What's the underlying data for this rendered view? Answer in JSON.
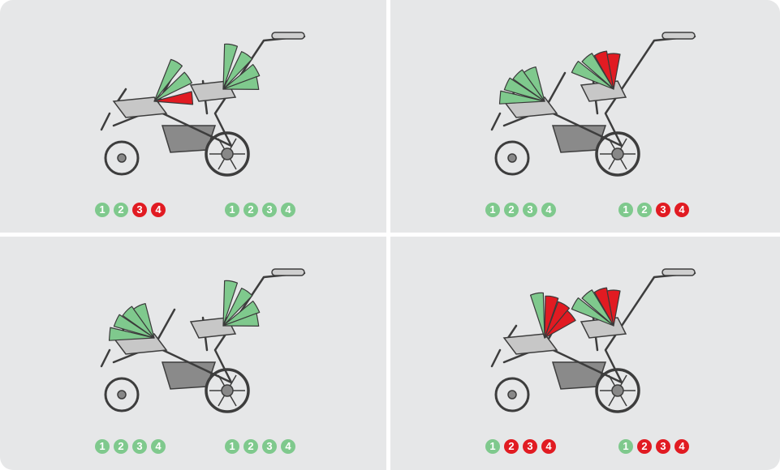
{
  "colors": {
    "ok": "#7fc98d",
    "blocked": "#e11b22",
    "panel": "#e6e7e8"
  },
  "panels": [
    {
      "left_seat": "front-seat-reclined-forward",
      "right_seat": "rear-seat-upright",
      "left_positions": [
        {
          "label": "1",
          "state": "ok"
        },
        {
          "label": "2",
          "state": "ok"
        },
        {
          "label": "3",
          "state": "blocked"
        },
        {
          "label": "4",
          "state": "blocked"
        }
      ],
      "right_positions": [
        {
          "label": "1",
          "state": "ok"
        },
        {
          "label": "2",
          "state": "ok"
        },
        {
          "label": "3",
          "state": "ok"
        },
        {
          "label": "4",
          "state": "ok"
        }
      ]
    },
    {
      "left_seat": "front-seat-reclined-back",
      "right_seat": "rear-seat-forward",
      "left_positions": [
        {
          "label": "1",
          "state": "ok"
        },
        {
          "label": "2",
          "state": "ok"
        },
        {
          "label": "3",
          "state": "ok"
        },
        {
          "label": "4",
          "state": "ok"
        }
      ],
      "right_positions": [
        {
          "label": "1",
          "state": "ok"
        },
        {
          "label": "2",
          "state": "ok"
        },
        {
          "label": "3",
          "state": "blocked"
        },
        {
          "label": "4",
          "state": "blocked"
        }
      ]
    },
    {
      "left_seat": "front-seat-reclined-back",
      "right_seat": "rear-seat-reclined-back",
      "left_positions": [
        {
          "label": "1",
          "state": "ok"
        },
        {
          "label": "2",
          "state": "ok"
        },
        {
          "label": "3",
          "state": "ok"
        },
        {
          "label": "4",
          "state": "ok"
        }
      ],
      "right_positions": [
        {
          "label": "1",
          "state": "ok"
        },
        {
          "label": "2",
          "state": "ok"
        },
        {
          "label": "3",
          "state": "ok"
        },
        {
          "label": "4",
          "state": "ok"
        }
      ]
    },
    {
      "left_seat": "front-seat-upright",
      "right_seat": "rear-seat-forward",
      "left_positions": [
        {
          "label": "1",
          "state": "ok"
        },
        {
          "label": "2",
          "state": "blocked"
        },
        {
          "label": "3",
          "state": "blocked"
        },
        {
          "label": "4",
          "state": "blocked"
        }
      ],
      "right_positions": [
        {
          "label": "1",
          "state": "ok"
        },
        {
          "label": "2",
          "state": "blocked"
        },
        {
          "label": "3",
          "state": "blocked"
        },
        {
          "label": "4",
          "state": "blocked"
        }
      ]
    }
  ]
}
